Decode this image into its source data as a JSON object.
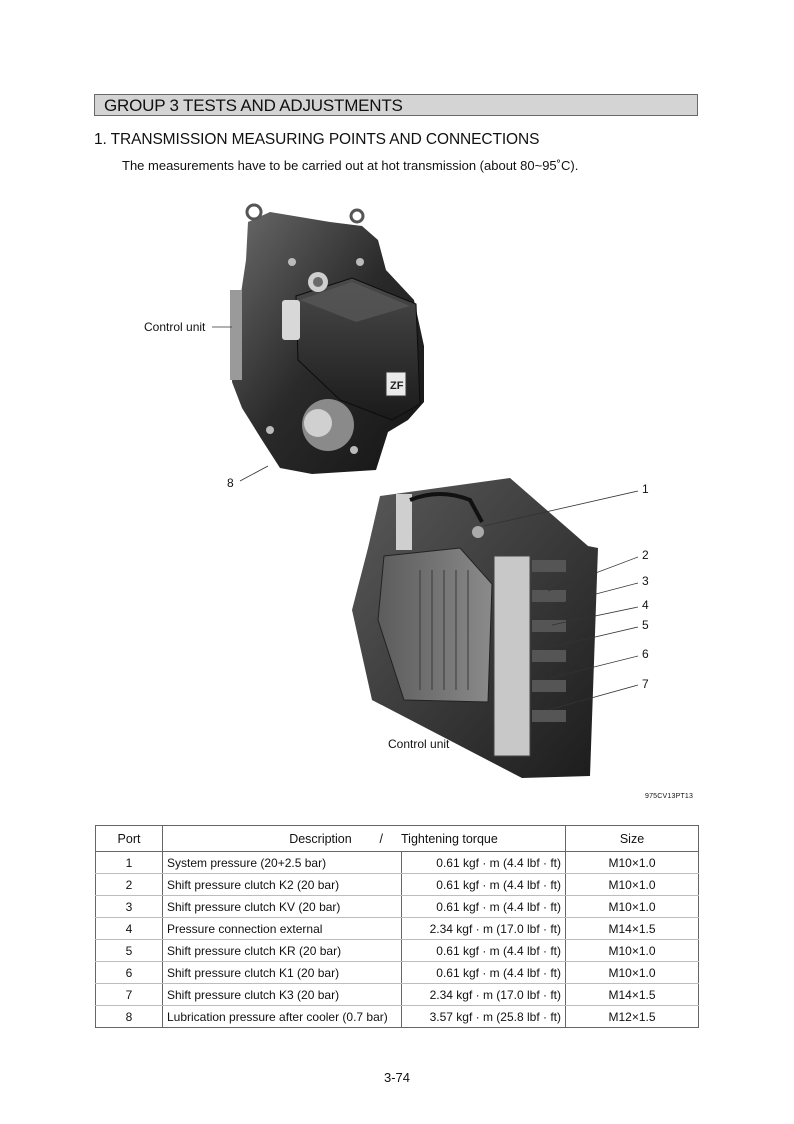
{
  "header": {
    "group_title": "GROUP  3  TESTS AND ADJUSTMENTS"
  },
  "section": {
    "title": "1.  TRANSMISSION MEASURING POINTS AND CONNECTIONS",
    "note": "The measurements have to be carried out at hot transmission (about 80~95˚C)."
  },
  "figure": {
    "label_control_unit_top": "Control unit",
    "label_control_unit_bottom": "Control unit",
    "callouts": [
      "1",
      "2",
      "3",
      "4",
      "5",
      "6",
      "7",
      "8"
    ],
    "logo_text": "ZF",
    "figure_code": "975CV13PT13"
  },
  "table": {
    "headers": {
      "port": "Port",
      "description": "Description",
      "slash": "/",
      "torque": "Tightening torque",
      "size": "Size"
    },
    "rows": [
      {
        "port": "1",
        "description": "System pressure (20+2.5 bar)",
        "torque": "0.61 kgf · m (4.4 lbf · ft)",
        "size": "M10×1.0"
      },
      {
        "port": "2",
        "description": "Shift pressure clutch K2 (20 bar)",
        "torque": "0.61 kgf · m (4.4 lbf · ft)",
        "size": "M10×1.0"
      },
      {
        "port": "3",
        "description": "Shift pressure clutch KV (20 bar)",
        "torque": "0.61 kgf · m (4.4 lbf · ft)",
        "size": "M10×1.0"
      },
      {
        "port": "4",
        "description": "Pressure connection external",
        "torque": "2.34 kgf · m (17.0 lbf · ft)",
        "size": "M14×1.5"
      },
      {
        "port": "5",
        "description": "Shift pressure clutch KR (20 bar)",
        "torque": "0.61 kgf · m (4.4 lbf · ft)",
        "size": "M10×1.0"
      },
      {
        "port": "6",
        "description": "Shift pressure clutch K1 (20 bar)",
        "torque": "0.61 kgf · m (4.4 lbf · ft)",
        "size": "M10×1.0"
      },
      {
        "port": "7",
        "description": "Shift pressure clutch K3 (20 bar)",
        "torque": "2.34 kgf · m (17.0 lbf · ft)",
        "size": "M14×1.5"
      },
      {
        "port": "8",
        "description": "Lubrication pressure after cooler (0.7 bar)",
        "torque": "3.57 kgf · m (25.8 lbf · ft)",
        "size": "M12×1.5"
      }
    ]
  },
  "footer": {
    "page_number": "3-74"
  }
}
